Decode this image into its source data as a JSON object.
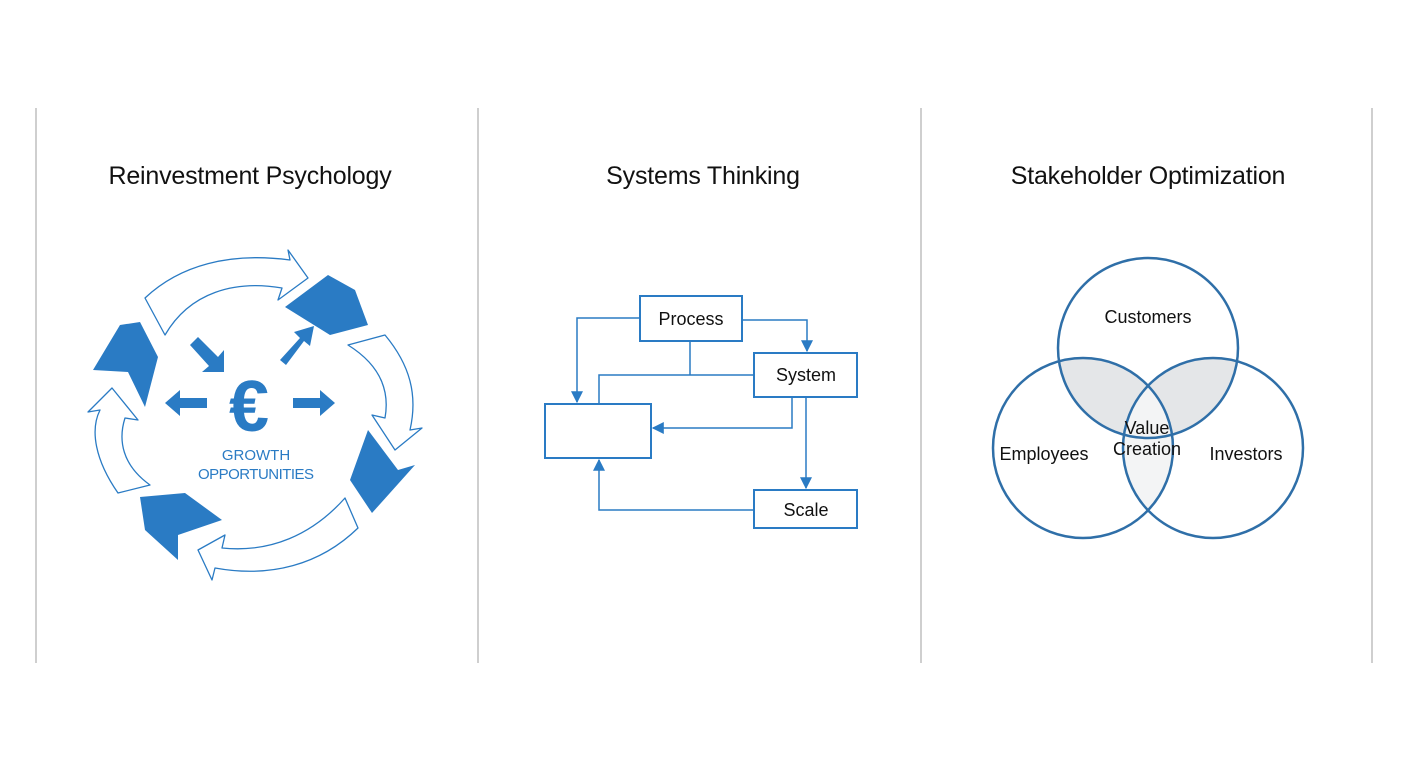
{
  "panels": [
    {
      "title": "Reinvestment Psychology",
      "diagram": {
        "center_symbol": "€",
        "center_label_line1": "GROWTH",
        "center_label_line2": "OPPORTUNITIES",
        "icons": [
          "cycle-arrows-icon",
          "euro-icon",
          "direction-arrows-icon"
        ]
      }
    },
    {
      "title": "Systems Thinking",
      "diagram": {
        "nodes": [
          "Process",
          "System",
          "",
          "Scale"
        ]
      }
    },
    {
      "title": "Stakeholder Optimization",
      "diagram": {
        "circles": [
          "Customers",
          "Employees",
          "Investors"
        ],
        "center_line1": "Value",
        "center_line2": "Creation"
      }
    }
  ],
  "colors": {
    "accent": "#2a7bc4",
    "stroke": "#2f6fa8",
    "divider": "#cfcfcf",
    "overlap": "#e6e8ea"
  }
}
